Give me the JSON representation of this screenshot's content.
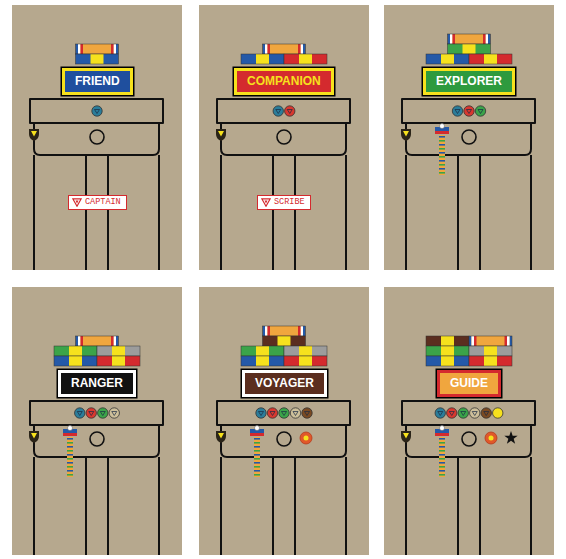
{
  "diagram": {
    "nodes": [
      {
        "text": [
          "FRIEND"
        ]
      },
      {
        "text": [
          "CAPTAIN"
        ]
      },
      {
        "text": [
          "COMPANION"
        ]
      },
      {
        "text": [
          "SCRIBE"
        ]
      },
      {
        "text": [
          "EXPLORER"
        ]
      },
      {
        "text": [
          "RANGER"
        ]
      },
      {
        "text": [
          "VOYAGER"
        ]
      },
      {
        "text": [
          "GUIDE"
        ]
      }
    ]
  }
}
